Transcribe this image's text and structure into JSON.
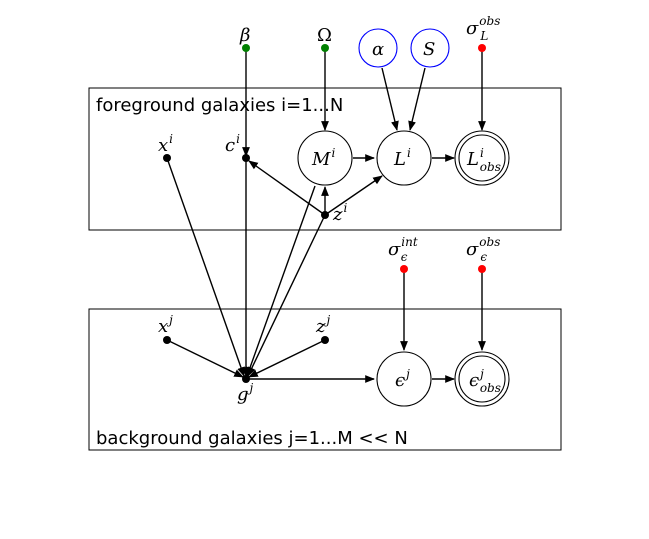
{
  "plates": {
    "foreground_label": "foreground galaxies i=1...N",
    "background_label": "background galaxies j=1...M << N"
  },
  "nodes": {
    "beta": {
      "base": "β",
      "sup": "",
      "sub": ""
    },
    "omega": {
      "base": "Ω",
      "sup": "",
      "sub": ""
    },
    "alpha": {
      "base": "α",
      "sup": "",
      "sub": ""
    },
    "s": {
      "base": "S",
      "sup": "",
      "sub": ""
    },
    "sigma_L": {
      "base": "σ",
      "sup": "obs",
      "sub": "L"
    },
    "x_i": {
      "base": "x",
      "sup": "i",
      "sub": ""
    },
    "c_i": {
      "base": "c",
      "sup": "i",
      "sub": ""
    },
    "M_i": {
      "base": "M",
      "sup": "i",
      "sub": ""
    },
    "L_i": {
      "base": "L",
      "sup": "i",
      "sub": ""
    },
    "L_obs": {
      "base": "L",
      "sup": "i",
      "sub": "obs"
    },
    "z_i": {
      "base": "z",
      "sup": "i",
      "sub": ""
    },
    "sigma_eps_int": {
      "base": "σ",
      "sup": "int",
      "sub": "ϵ"
    },
    "sigma_eps_obs": {
      "base": "σ",
      "sup": "obs",
      "sub": "ϵ"
    },
    "x_j": {
      "base": "x",
      "sup": "j",
      "sub": ""
    },
    "z_j": {
      "base": "z",
      "sup": "j",
      "sub": ""
    },
    "g_j": {
      "base": "g",
      "sup": "j",
      "sub": ""
    },
    "eps_j": {
      "base": "ϵ",
      "sup": "j",
      "sub": ""
    },
    "eps_obs": {
      "base": "ϵ",
      "sup": "j",
      "sub": "obs"
    }
  },
  "colors": {
    "hyper_green": "#008000",
    "hyper_red": "#ff0000",
    "prior_blue": "#0000ff",
    "edge": "#000000"
  }
}
